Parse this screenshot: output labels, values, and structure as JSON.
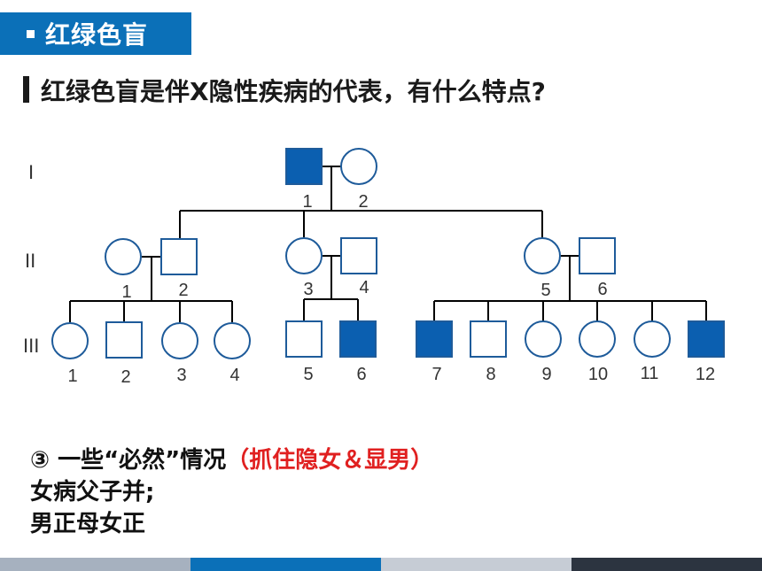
{
  "header": {
    "title": "红绿色盲"
  },
  "question": "红绿色盲是伴X隐性疾病的代表，有什么特点?",
  "pedigree": {
    "generations": [
      "I",
      "II",
      "III"
    ],
    "labels": {
      "g1": [
        "1",
        "2"
      ],
      "g2": [
        "1",
        "2",
        "3",
        "4",
        "5",
        "6"
      ],
      "g3": [
        "1",
        "2",
        "3",
        "4",
        "5",
        "6",
        "7",
        "8",
        "9",
        "10",
        "11",
        "12"
      ]
    },
    "colors": {
      "affected_fill": "#0b5fb0",
      "outline": "#1e5b9a",
      "line": "#000000"
    }
  },
  "notes": {
    "line1_black": "③ 一些“必然”情况",
    "line1_red": "（抓住隐女＆显男）",
    "line2": "女病父子并;",
    "line3": "男正母女正"
  },
  "footer": {
    "colors": [
      "#a6b1bf",
      "#0b70b8",
      "#c6ccd5",
      "#2c3440"
    ]
  }
}
